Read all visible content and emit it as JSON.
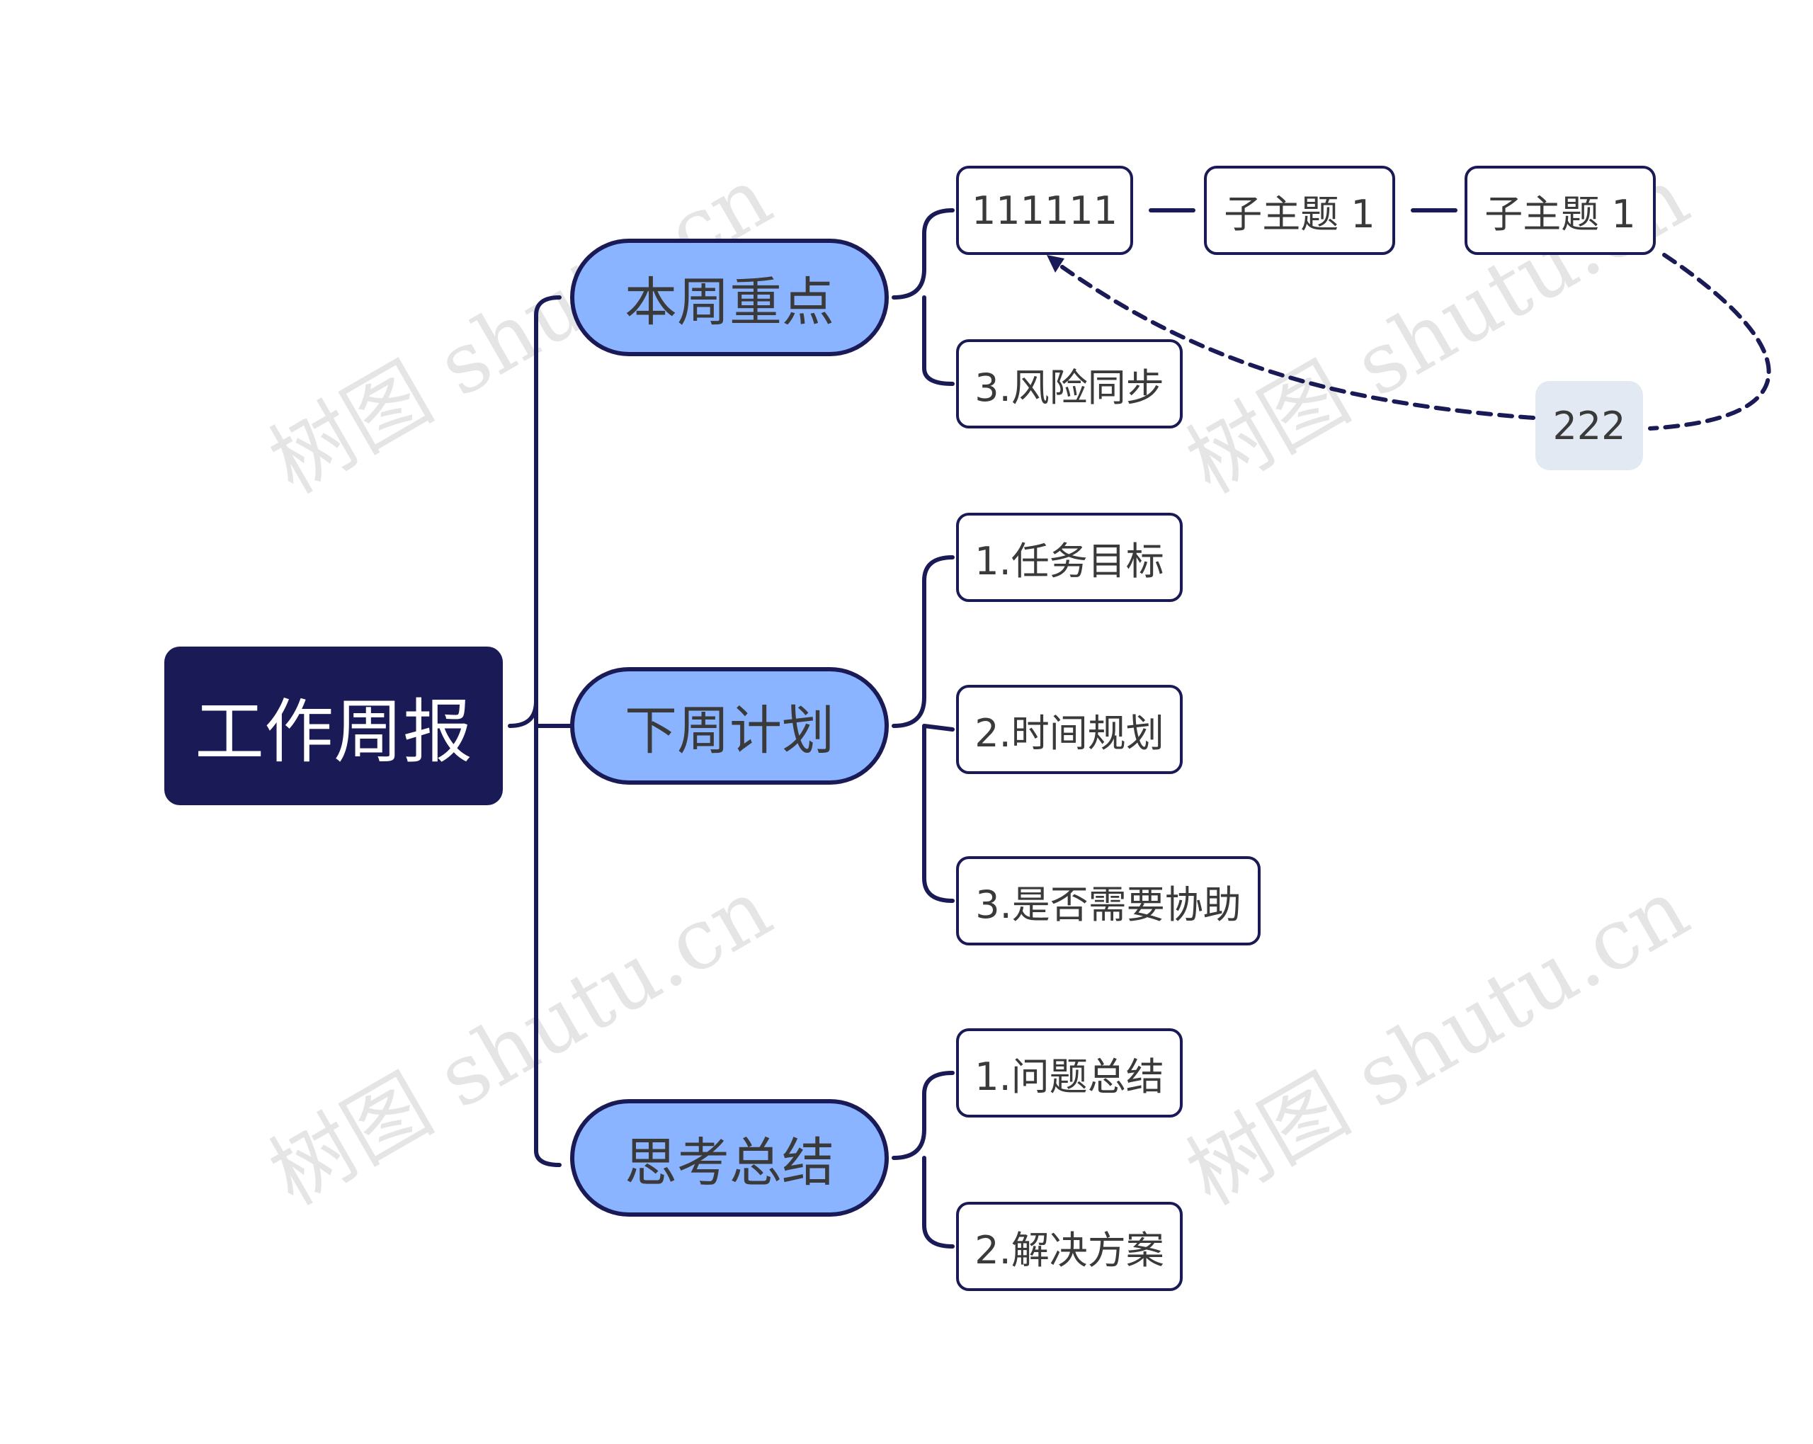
{
  "root": {
    "label": "工作周报"
  },
  "branches": [
    {
      "label": "本周重点",
      "children": [
        "111111",
        "3.风险同步"
      ]
    },
    {
      "label": "下周计划",
      "children": [
        "1.任务目标",
        "2.时间规划",
        "3.是否需要协助"
      ]
    },
    {
      "label": "思考总结",
      "children": [
        "1.问题总结",
        "2.解决方案"
      ]
    }
  ],
  "chain": [
    "子主题 1",
    "子主题 1"
  ],
  "relationship_label": "222",
  "watermark": "树图 shutu.cn",
  "colors": {
    "root_fill": "#1a1a56",
    "branch_fill": "#8ab4ff",
    "line": "#1a1a56",
    "relationship_label_fill": "#e3e9f3"
  }
}
